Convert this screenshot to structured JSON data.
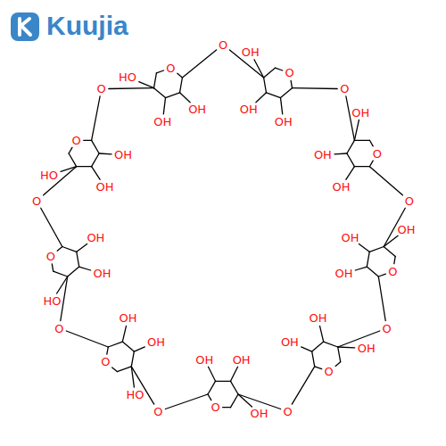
{
  "diagram": {
    "labels": [
      "Kuujia",
      "O",
      "O",
      "OH",
      "OH",
      "OH",
      "O",
      "O",
      "OH",
      "OH",
      "OH",
      "O",
      "O",
      "OH",
      "OH",
      "OH",
      "O",
      "O",
      "OH",
      "OH",
      "OH",
      "O",
      "O",
      "OH",
      "OH",
      "OH",
      "O",
      "O",
      "HO",
      "OH",
      "OH",
      "O",
      "O",
      "HO",
      "OH",
      "OH",
      "O",
      "O",
      "HO",
      "OH",
      "OH",
      "O",
      "O",
      "HO",
      "OH",
      "OH"
    ]
  }
}
